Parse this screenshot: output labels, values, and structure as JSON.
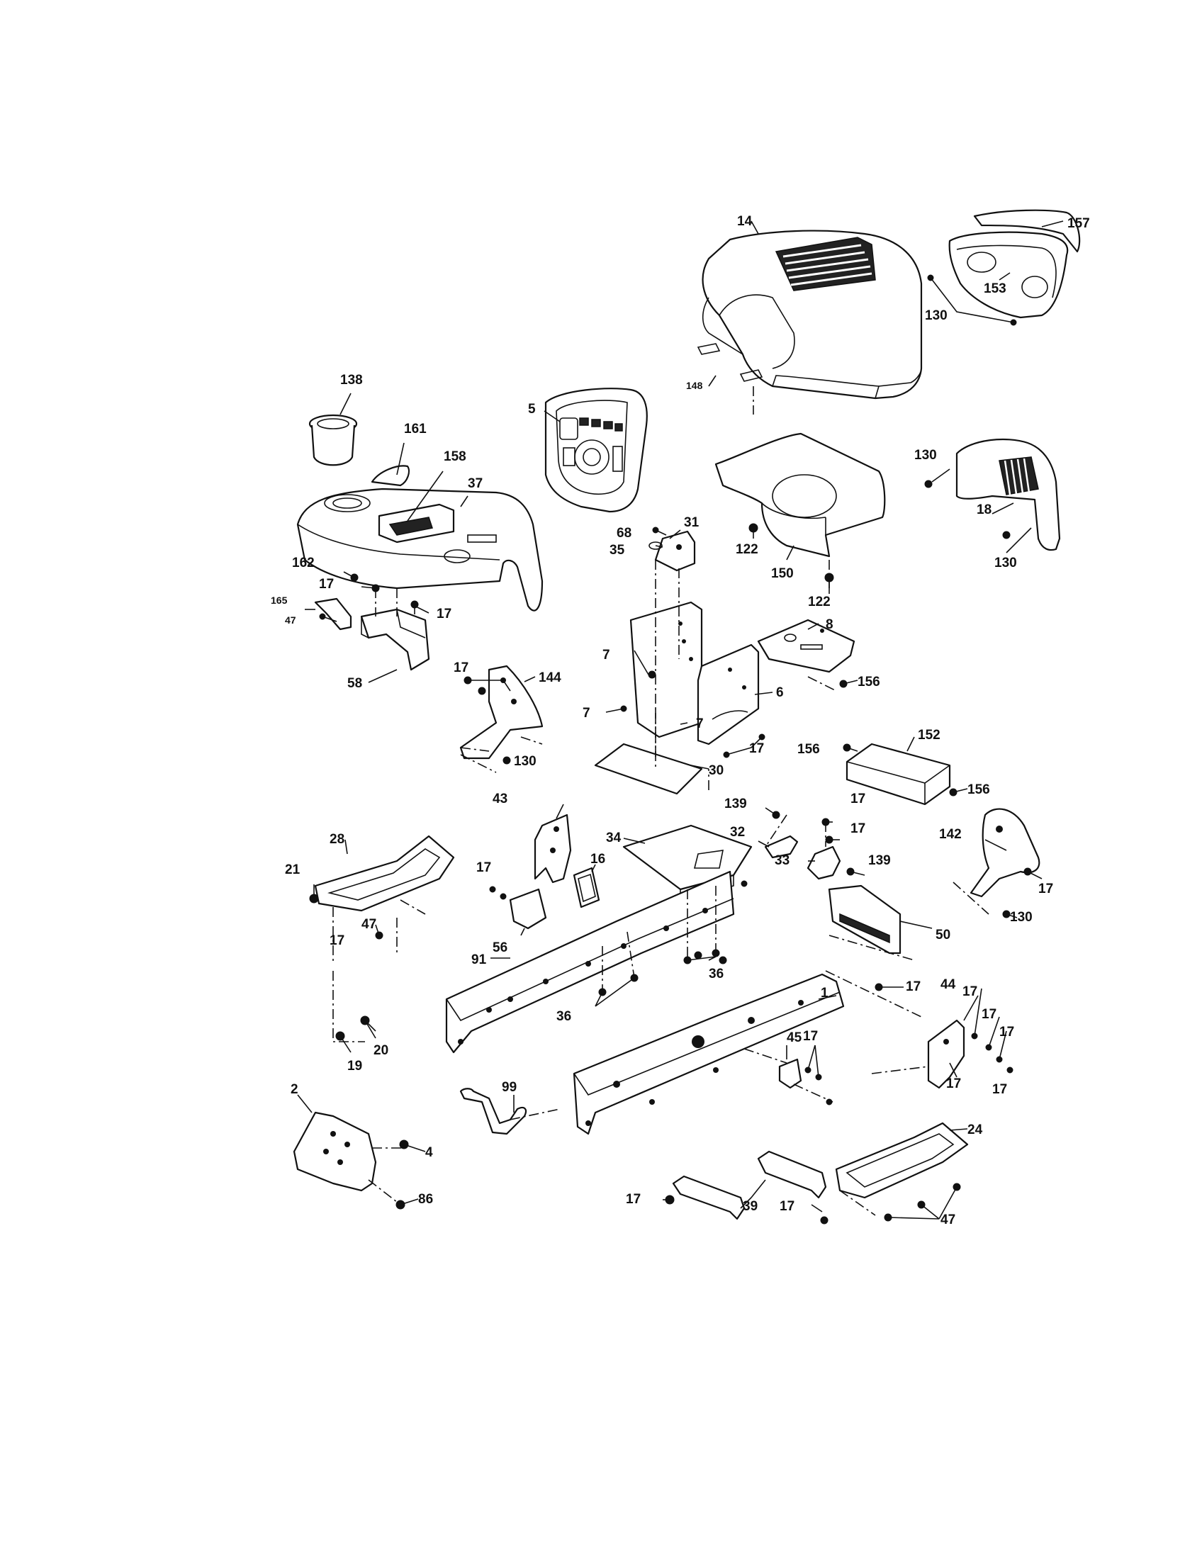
{
  "callouts": [
    {
      "id": "c-14",
      "label": "14"
    },
    {
      "id": "c-157",
      "label": "157"
    },
    {
      "id": "c-153",
      "label": "153"
    },
    {
      "id": "c-130a",
      "label": "130"
    },
    {
      "id": "c-148",
      "label": "148"
    },
    {
      "id": "c-138",
      "label": "138"
    },
    {
      "id": "c-5",
      "label": "5"
    },
    {
      "id": "c-161",
      "label": "161"
    },
    {
      "id": "c-158",
      "label": "158"
    },
    {
      "id": "c-37",
      "label": "37"
    },
    {
      "id": "c-130b",
      "label": "130"
    },
    {
      "id": "c-18",
      "label": "18"
    },
    {
      "id": "c-130c",
      "label": "130"
    },
    {
      "id": "c-31",
      "label": "31"
    },
    {
      "id": "c-68",
      "label": "68"
    },
    {
      "id": "c-35",
      "label": "35"
    },
    {
      "id": "c-122a",
      "label": "122"
    },
    {
      "id": "c-150",
      "label": "150"
    },
    {
      "id": "c-122b",
      "label": "122"
    },
    {
      "id": "c-162",
      "label": "162"
    },
    {
      "id": "c-17a",
      "label": "17"
    },
    {
      "id": "c-165",
      "label": "165"
    },
    {
      "id": "c-17b",
      "label": "17"
    },
    {
      "id": "c-47a",
      "label": "47"
    },
    {
      "id": "c-58",
      "label": "58"
    },
    {
      "id": "c-8",
      "label": "8"
    },
    {
      "id": "c-7a",
      "label": "7"
    },
    {
      "id": "c-156a",
      "label": "156"
    },
    {
      "id": "c-17c",
      "label": "17"
    },
    {
      "id": "c-144",
      "label": "144"
    },
    {
      "id": "c-6",
      "label": "6"
    },
    {
      "id": "c-7b",
      "label": "7"
    },
    {
      "id": "c-17d",
      "label": "17"
    },
    {
      "id": "c-7c",
      "label": "7"
    },
    {
      "id": "c-130d",
      "label": "130"
    },
    {
      "id": "c-30",
      "label": "30"
    },
    {
      "id": "c-156b",
      "label": "156"
    },
    {
      "id": "c-152",
      "label": "152"
    },
    {
      "id": "c-156c",
      "label": "156"
    },
    {
      "id": "c-43",
      "label": "43"
    },
    {
      "id": "c-139a",
      "label": "139"
    },
    {
      "id": "c-17e",
      "label": "17"
    },
    {
      "id": "c-17f",
      "label": "17"
    },
    {
      "id": "c-34",
      "label": "34"
    },
    {
      "id": "c-32",
      "label": "32"
    },
    {
      "id": "c-28",
      "label": "28"
    },
    {
      "id": "c-16",
      "label": "16"
    },
    {
      "id": "c-33",
      "label": "33"
    },
    {
      "id": "c-139b",
      "label": "139"
    },
    {
      "id": "c-142",
      "label": "142"
    },
    {
      "id": "c-17g",
      "label": "17"
    },
    {
      "id": "c-21",
      "label": "21"
    },
    {
      "id": "c-17h",
      "label": "17"
    },
    {
      "id": "c-130e",
      "label": "130"
    },
    {
      "id": "c-47b",
      "label": "47"
    },
    {
      "id": "c-50",
      "label": "50"
    },
    {
      "id": "c-17i",
      "label": "17"
    },
    {
      "id": "c-56",
      "label": "56"
    },
    {
      "id": "c-91",
      "label": "91"
    },
    {
      "id": "c-36a",
      "label": "36"
    },
    {
      "id": "c-17j",
      "label": "17"
    },
    {
      "id": "c-44",
      "label": "44"
    },
    {
      "id": "c-17k",
      "label": "17"
    },
    {
      "id": "c-1",
      "label": "1"
    },
    {
      "id": "c-17l",
      "label": "17"
    },
    {
      "id": "c-36b",
      "label": "36"
    },
    {
      "id": "c-17m",
      "label": "17"
    },
    {
      "id": "c-45",
      "label": "45"
    },
    {
      "id": "c-17n",
      "label": "17"
    },
    {
      "id": "c-17o",
      "label": "17"
    },
    {
      "id": "c-20",
      "label": "20"
    },
    {
      "id": "c-19",
      "label": "19"
    },
    {
      "id": "c-17p",
      "label": "17"
    },
    {
      "id": "c-99",
      "label": "99"
    },
    {
      "id": "c-2",
      "label": "2"
    },
    {
      "id": "c-24",
      "label": "24"
    },
    {
      "id": "c-4",
      "label": "4"
    },
    {
      "id": "c-86",
      "label": "86"
    },
    {
      "id": "c-17q",
      "label": "17"
    },
    {
      "id": "c-39",
      "label": "39"
    },
    {
      "id": "c-17r",
      "label": "17"
    },
    {
      "id": "c-47c",
      "label": "47"
    }
  ]
}
